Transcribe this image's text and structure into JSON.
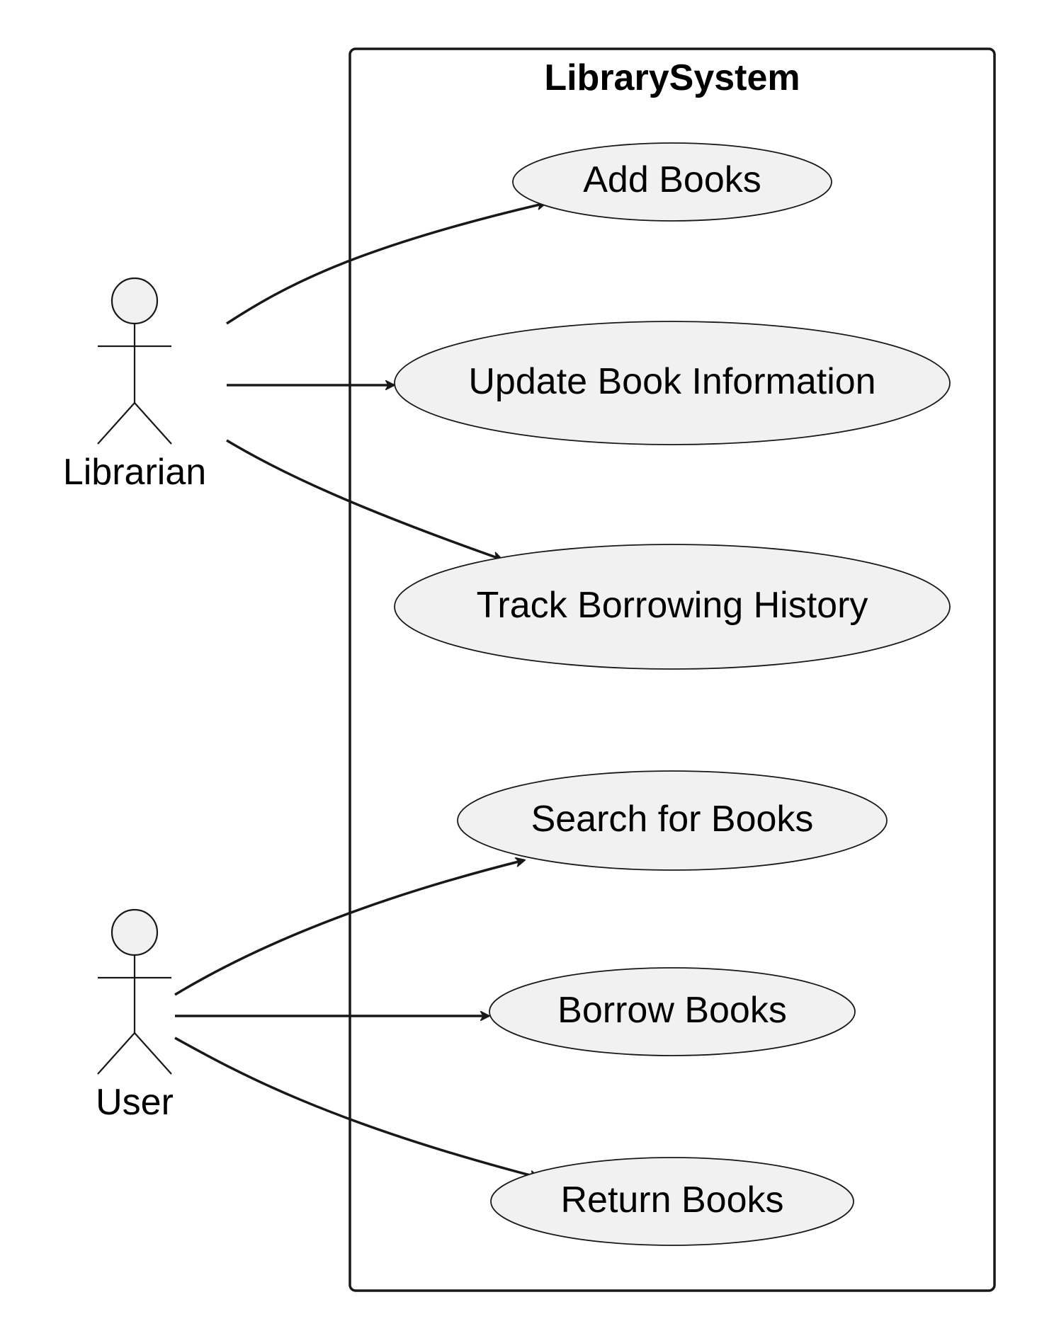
{
  "system": {
    "title": "LibrarySystem"
  },
  "actors": [
    {
      "id": "librarian",
      "label": "Librarian"
    },
    {
      "id": "user",
      "label": "User"
    }
  ],
  "use_cases": [
    {
      "id": "add",
      "label": "Add Books"
    },
    {
      "id": "update",
      "label": "Update Book Information"
    },
    {
      "id": "track",
      "label": "Track Borrowing History"
    },
    {
      "id": "search",
      "label": "Search for Books"
    },
    {
      "id": "borrow",
      "label": "Borrow Books"
    },
    {
      "id": "return",
      "label": "Return Books"
    }
  ],
  "associations": [
    {
      "from": "librarian",
      "to": "add"
    },
    {
      "from": "librarian",
      "to": "update"
    },
    {
      "from": "librarian",
      "to": "track"
    },
    {
      "from": "user",
      "to": "search"
    },
    {
      "from": "user",
      "to": "borrow"
    },
    {
      "from": "user",
      "to": "return"
    }
  ],
  "colors": {
    "fill": "#F1F1F1",
    "stroke": "#181818",
    "background": "#FFFFFF"
  }
}
